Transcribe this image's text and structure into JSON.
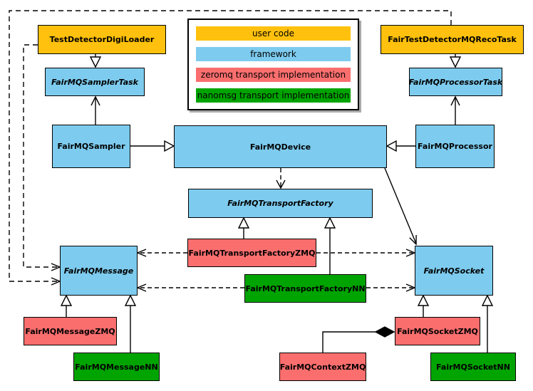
{
  "colors": {
    "user_code": "#FFC10D",
    "framework": "#7DCBEE",
    "zeromq_impl": "#FA6E6E",
    "nanomsg_impl": "#00A400",
    "border": "#000000",
    "background": "#FFFFFF"
  },
  "legend": {
    "items": [
      {
        "label": "user code"
      },
      {
        "label": "framework"
      },
      {
        "label": "zeromq transport implementation"
      },
      {
        "label": "nanomsg transport implementation"
      }
    ]
  },
  "nodes": {
    "test_detector_digi_loader": {
      "label": "TestDetectorDigiLoader"
    },
    "fair_test_detector_mq_reco_task": {
      "label": "FairTestDetectorMQRecoTask"
    },
    "fairmq_sampler_task": {
      "label": "FairMQSamplerTask"
    },
    "fairmq_processor_task": {
      "label": "FairMQProcessorTask"
    },
    "fairmq_sampler": {
      "label": "FairMQSampler"
    },
    "fairmq_device": {
      "label": "FairMQDevice"
    },
    "fairmq_processor": {
      "label": "FairMQProcessor"
    },
    "fairmq_transport_factory": {
      "label": "FairMQTransportFactory"
    },
    "fairmq_transport_factory_zmq": {
      "label": "FairMQTransportFactoryZMQ"
    },
    "fairmq_transport_factory_nn": {
      "label": "FairMQTransportFactoryNN"
    },
    "fairmq_message": {
      "label": "FairMQMessage"
    },
    "fairmq_socket": {
      "label": "FairMQSocket"
    },
    "fairmq_message_zmq": {
      "label": "FairMQMessageZMQ"
    },
    "fairmq_message_nn": {
      "label": "FairMQMessageNN"
    },
    "fairmq_socket_zmq": {
      "label": "FairMQSocketZMQ"
    },
    "fairmq_socket_nn": {
      "label": "FairMQSocketNN"
    },
    "fairmq_context_zmq": {
      "label": "FairMQContextZMQ"
    }
  }
}
